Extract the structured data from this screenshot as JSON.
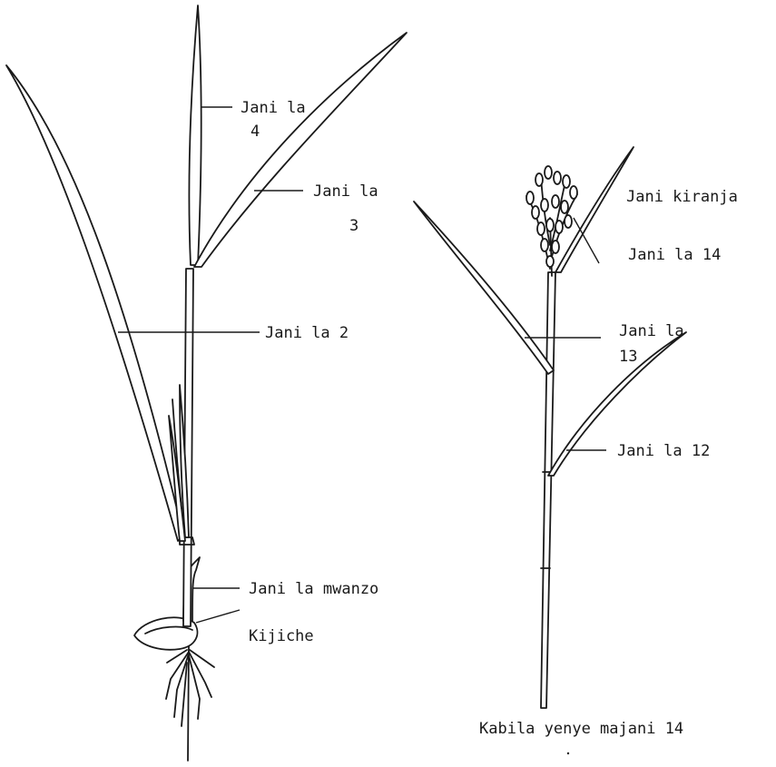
{
  "left_plant": {
    "labels": {
      "leaf4_line1": "Jani la",
      "leaf4_line2": "4",
      "leaf3_line1": "Jani la",
      "leaf3_line2": "3",
      "leaf2": "Jani la 2",
      "first_leaf": "Jani la mwanzo",
      "seed": "Kijiche"
    }
  },
  "right_plant": {
    "labels": {
      "flag_leaf": "Jani kiranja",
      "leaf14": "Jani la 14",
      "leaf13_line1": "Jani la",
      "leaf13_line2": "13",
      "leaf12": "Jani la 12"
    },
    "caption": "Kabila yenye majani 14"
  }
}
